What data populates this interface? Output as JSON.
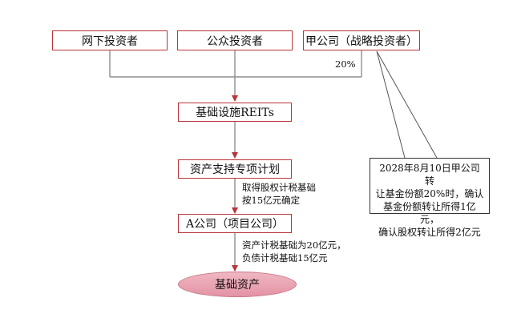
{
  "investors": {
    "offline": "网下投资者",
    "public": "公众投资者",
    "strategic": "甲公司（战略投资者）",
    "strategic_share": "20%"
  },
  "nodes": {
    "reits": "基础设施REITs",
    "abs": "资产支持专项计划",
    "project_company": "A公司（项目公司）",
    "asset": "基础资产"
  },
  "annotations": {
    "equity_basis_line1": "取得股权计税基础",
    "equity_basis_line2": "按15亿元确定",
    "asset_basis_line1": "资产计税基础为20亿元，",
    "asset_basis_line2": "负债计税基础15亿元"
  },
  "callout": {
    "line1": "2028年8月10日甲公司转",
    "line2": "让基金份额20%时，确认",
    "line3": "基金份额转让所得1亿元，",
    "line4": "确认股权转让所得2亿元"
  },
  "colors": {
    "box_border": "#b9343b",
    "connector": "#8e8e8e",
    "ellipse_fill": "#e8a2b0"
  }
}
